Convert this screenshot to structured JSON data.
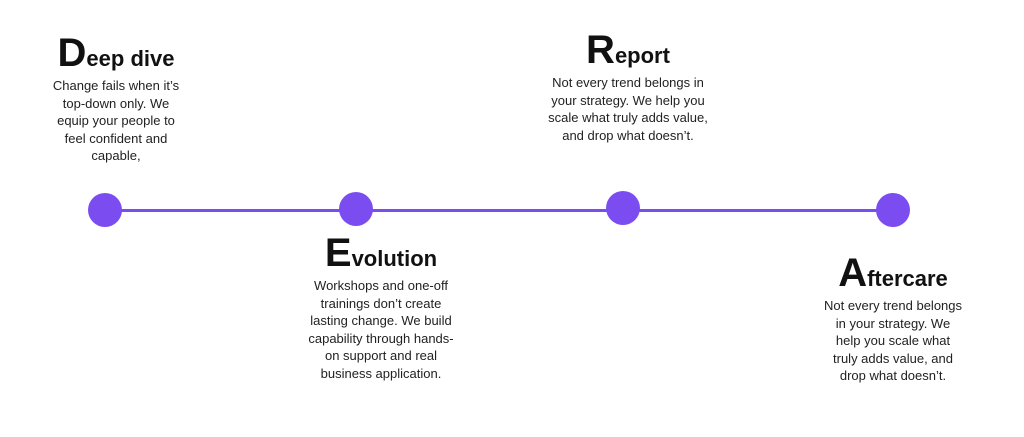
{
  "steps": [
    {
      "initial": "D",
      "rest": "eep dive",
      "text_lines": [
        "Change fails when it’s",
        "top-down only. We",
        "equip your people to",
        "feel confident and",
        "capable,"
      ]
    },
    {
      "initial": "E",
      "rest": "volution",
      "text_lines": [
        "Workshops and one-off",
        "trainings don’t create",
        "lasting change. We build",
        "capability through hands-",
        "on support and real",
        "business application."
      ]
    },
    {
      "initial": "R",
      "rest": "eport",
      "text_lines": [
        "Not every trend belongs in",
        "your strategy. We help you",
        "scale what truly adds value,",
        "and drop what doesn’t."
      ]
    },
    {
      "initial": "A",
      "rest": "ftercare",
      "text_lines": [
        "Not every trend belongs",
        "in your strategy. We",
        "help you scale what",
        "truly adds value, and",
        "drop what doesn’t."
      ]
    }
  ],
  "colors": {
    "accent": "#7b4df0",
    "text": "#111111",
    "background": "#ffffff"
  }
}
